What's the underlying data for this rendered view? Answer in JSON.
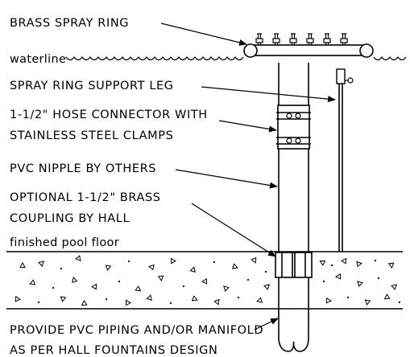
{
  "labels": {
    "spray_ring": "BRASS SPRAY RING",
    "waterline": "waterline",
    "support_leg": "SPRAY RING SUPPORT LEG",
    "hose_connector_1": "1-1/2\" HOSE CONNECTOR WITH",
    "hose_connector_2": "STAINLESS STEEL CLAMPS",
    "pvc_nipple": "PVC NIPPLE BY OTHERS",
    "coupling_1": "OPTIONAL 1-1/2\" BRASS",
    "coupling_2": "COUPLING BY HALL",
    "pool_floor": "finished pool floor",
    "piping_1": "PROVIDE PVC PIPING AND/OR MANIFOLD",
    "piping_2": "AS PER HALL FOUNTAINS DESIGN"
  }
}
